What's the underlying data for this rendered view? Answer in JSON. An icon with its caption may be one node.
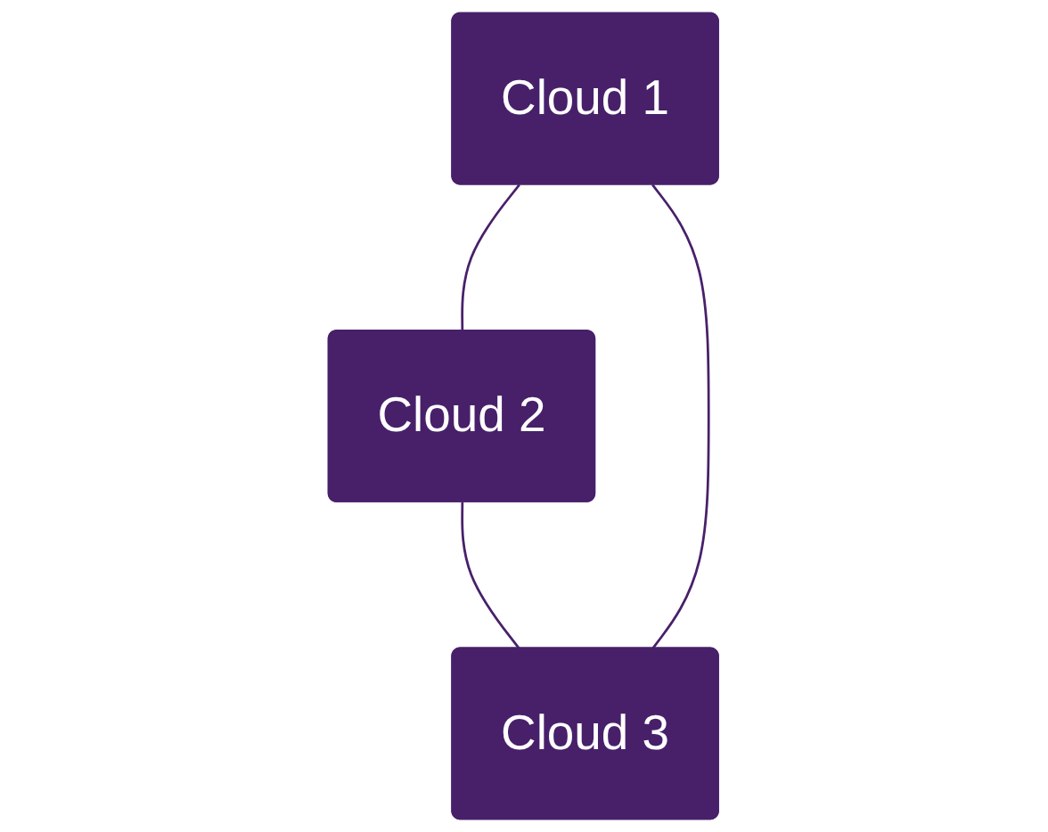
{
  "diagram": {
    "nodes": [
      {
        "text": [
          "Cloud 1"
        ]
      },
      {
        "text": [
          "Cloud 2"
        ]
      },
      {
        "text": [
          "Cloud 3"
        ]
      }
    ],
    "edges": [
      {
        "from": 0,
        "to": 1,
        "arrow": "none"
      },
      {
        "from": 1,
        "to": 2,
        "arrow": "none"
      },
      {
        "from": 2,
        "to": 0,
        "arrow": "none"
      }
    ]
  }
}
